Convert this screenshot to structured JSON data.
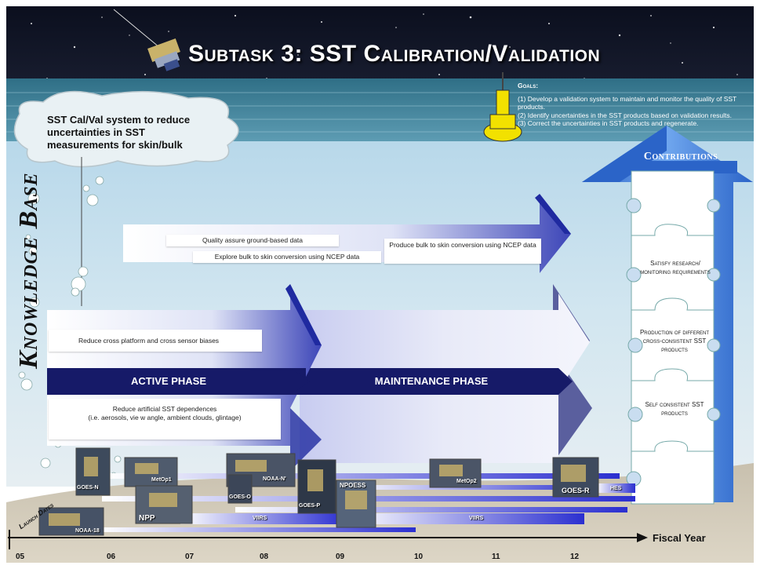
{
  "title": "Subtask 3:  SST Calibration/Validation",
  "goals": {
    "heading": "Goals:",
    "items": [
      "(1) Develop a validation system to maintain and monitor the quality of SST products.",
      "(2) Identify uncertainties in the SST products based on validation results.",
      "(3) Correct the uncertainties in SST products and regenerate."
    ]
  },
  "cloud_text": "SST Cal/Val system to reduce uncertainties in SST measurements for skin/bulk",
  "knowledge_base": "Knowledge Base",
  "tasks": {
    "quality_assure": "Quality assure ground-based data",
    "explore_bulk": "Explore bulk to skin conversion using NCEP data",
    "produce_bulk": "Produce bulk to skin conversion using NCEP data",
    "reduce_cross": "Reduce cross platform and cross sensor biases",
    "reduce_artificial_1": "Reduce artificial SST dependences",
    "reduce_artificial_2": "(i.e. aerosols, vie w angle, ambient clouds, glintage)"
  },
  "phases": {
    "active": "ACTIVE PHASE",
    "maintenance": "MAINTENANCE PHASE"
  },
  "contributions": {
    "heading": "Contributions",
    "items": [
      "Satisfy research/ monitoring requirements",
      "Production of different cross-consistent SST products",
      "Self consistent SST products"
    ]
  },
  "satellites": {
    "goes_n": "GOES-N",
    "metop1": "MetOp1",
    "npp": "NPP",
    "noaa_n": "NOAA-N'",
    "goes_o": "GOES-O",
    "goes_p": "GOES-P",
    "npoess": "NPOESS",
    "metop2": "MetOp2",
    "goes_r": "GOES-R",
    "hes": "HES",
    "viirs_1": "VIIRS",
    "viirs_2": "VIIRS",
    "noaa_18": "NOAA-18"
  },
  "launch_dates": "Launch Dates",
  "axis": {
    "label": "Fiscal Year",
    "ticks": [
      "05",
      "06",
      "07",
      "08",
      "09",
      "10",
      "11",
      "12"
    ]
  }
}
